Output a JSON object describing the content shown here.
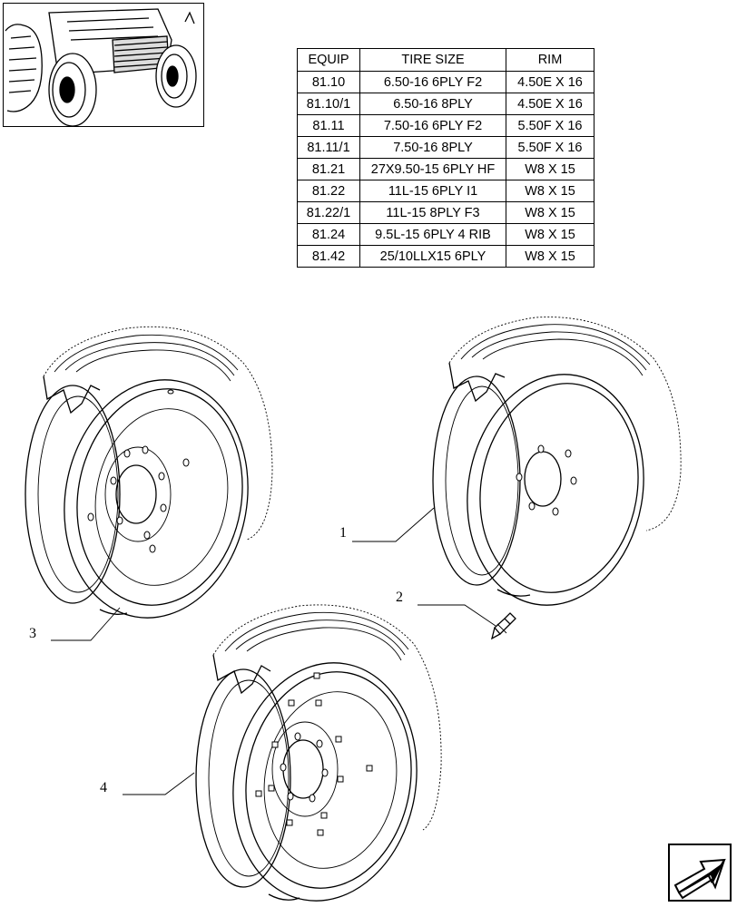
{
  "table": {
    "headers": [
      "EQUIP",
      "TIRE SIZE",
      "RIM"
    ],
    "rows": [
      [
        "81.10",
        "6.50-16 6PLY F2",
        "4.50E X 16"
      ],
      [
        "81.10/1",
        "6.50-16 8PLY",
        "4.50E X 16"
      ],
      [
        "81.11",
        "7.50-16 6PLY F2",
        "5.50F X 16"
      ],
      [
        "81.11/1",
        "7.50-16 8PLY",
        "5.50F X 16"
      ],
      [
        "81.21",
        "27X9.50-15 6PLY HF",
        "W8 X 15"
      ],
      [
        "81.22",
        "11L-15 6PLY I1",
        "W8 X 15"
      ],
      [
        "81.22/1",
        "11L-15 8PLY F3",
        "W8 X 15"
      ],
      [
        "81.24",
        "9.5L-15 6PLY 4 RIB",
        "W8 X 15"
      ],
      [
        "81.42",
        "25/10LLX15 6PLY",
        "W8 X 15"
      ]
    ]
  },
  "callouts": {
    "one": "1",
    "two": "2",
    "three": "3",
    "four": "4"
  },
  "icons": {
    "thumbnail": "tractor-front-thumbnail",
    "navigation": "next-page-arrow-icon"
  }
}
